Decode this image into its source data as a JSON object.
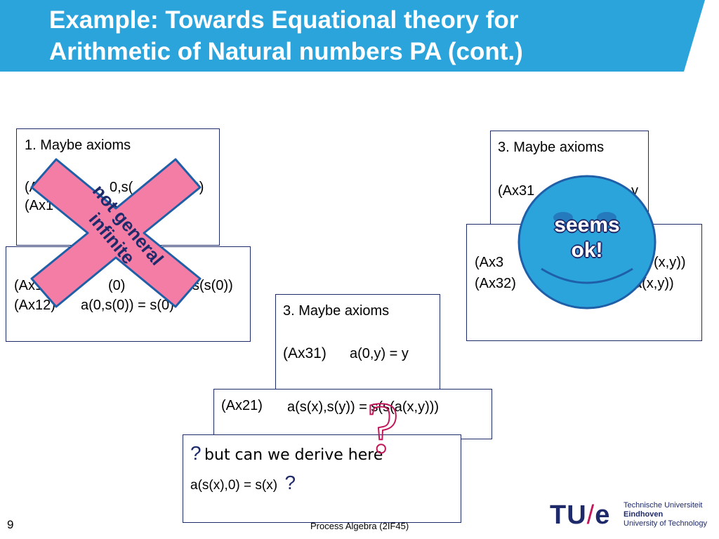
{
  "title": {
    "line1": "Example: Towards Equational theory for",
    "line2": "Arithmetic of Natural numbers PA (cont.)"
  },
  "colors": {
    "title_bar": "#2ba4dc",
    "box_border": "#1f2a6b",
    "cross_fill": "#f47da6",
    "smiley_fill": "#2ba4dc",
    "question_mark": "#c2185b"
  },
  "box1": {
    "heading": "1. Maybe axioms",
    "line1": "(Ax1",
    "line1_tail": "0,s(",
    "line1_end": "s(0)",
    "line2": "(Ax1"
  },
  "box2": {
    "line1_label": "(Ax11",
    "line1_mid": "(0)",
    "line1_end": "s(s(0))",
    "line2_label": "(Ax12)",
    "line2_expr": "a(0,s(0)) = s(0)"
  },
  "cross_text": {
    "line1": "not general",
    "line2": "infinite"
  },
  "box3_top": {
    "heading": "3. Maybe axioms",
    "line1_label": "(Ax31",
    "line1_end": "y"
  },
  "box3_lower": {
    "line1_label": "(Ax3",
    "line1_end": "(x,y))",
    "line2_label": "(Ax32)",
    "line2_end": "a(x,y))"
  },
  "smiley_text": {
    "line1": "seems",
    "line2": "ok!"
  },
  "box_mid": {
    "heading": "3. Maybe axioms",
    "line1_label": "(Ax31)",
    "line1_expr": "a(0,y) = y"
  },
  "box_ax21": {
    "label": "(Ax21)",
    "expr": "a(s(x),s(y)) = s(s(a(x,y)))"
  },
  "box_derive": {
    "q1": "?",
    "text": "but can we derive here",
    "expr": "a(s(x),0) = s(x)",
    "q2": "?"
  },
  "question_mark": "?",
  "footer": {
    "page_number": "9",
    "course": "Process Algebra (2IF45)"
  },
  "logo": {
    "mark_left": "TU",
    "mark_slash": "/",
    "mark_right": "e",
    "line1": "Technische Universiteit",
    "line2": "Eindhoven",
    "line3": "University of Technology"
  }
}
